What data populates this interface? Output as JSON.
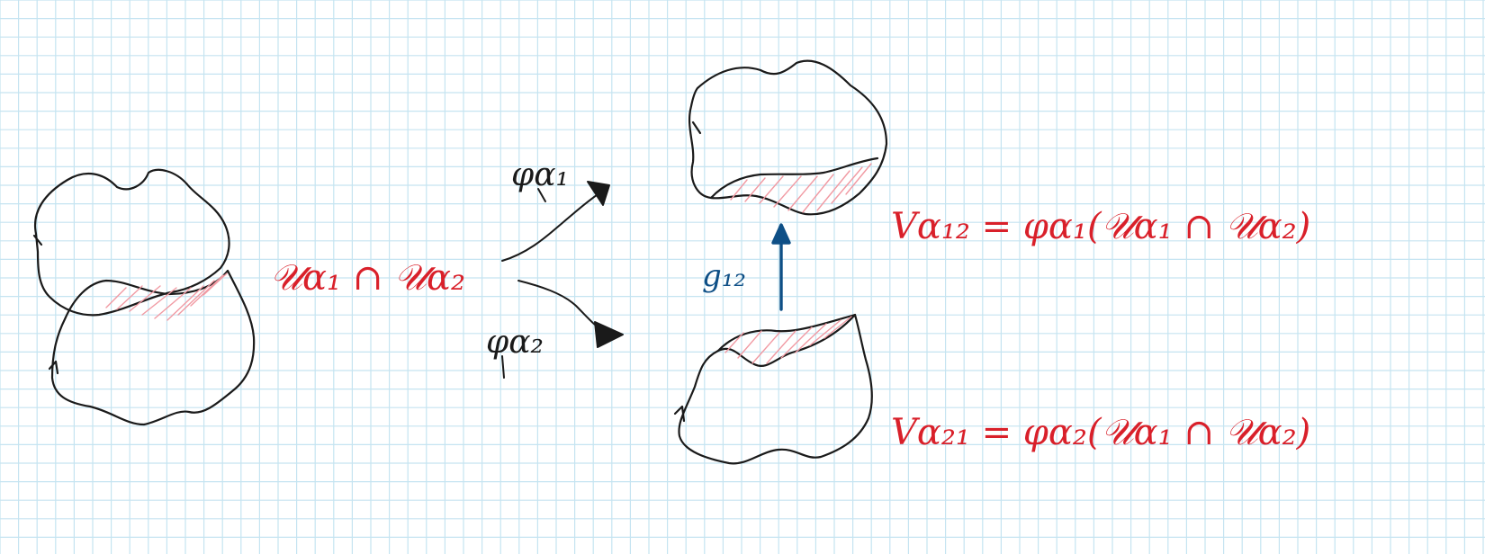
{
  "colors": {
    "paper": "#ffffff",
    "grid": "#c5e4f1",
    "outline_ink": "#1a1a1a",
    "overlap_ink": "#d9202a",
    "hatch": "#f19aa3",
    "transition_ink": "#0e4f86"
  },
  "labels": {
    "intersection": "𝒰α₁ ∩ 𝒰α₂",
    "phi_1": "φα₁",
    "phi_2": "φα₂",
    "g12": "g₁₂",
    "v12_equation": "Vα₁₂ = φα₁(𝒰α₁ ∩ 𝒰α₂)",
    "v21_equation": "Vα₂₁ = φα₂(𝒰α₁ ∩ 𝒰α₂)"
  }
}
